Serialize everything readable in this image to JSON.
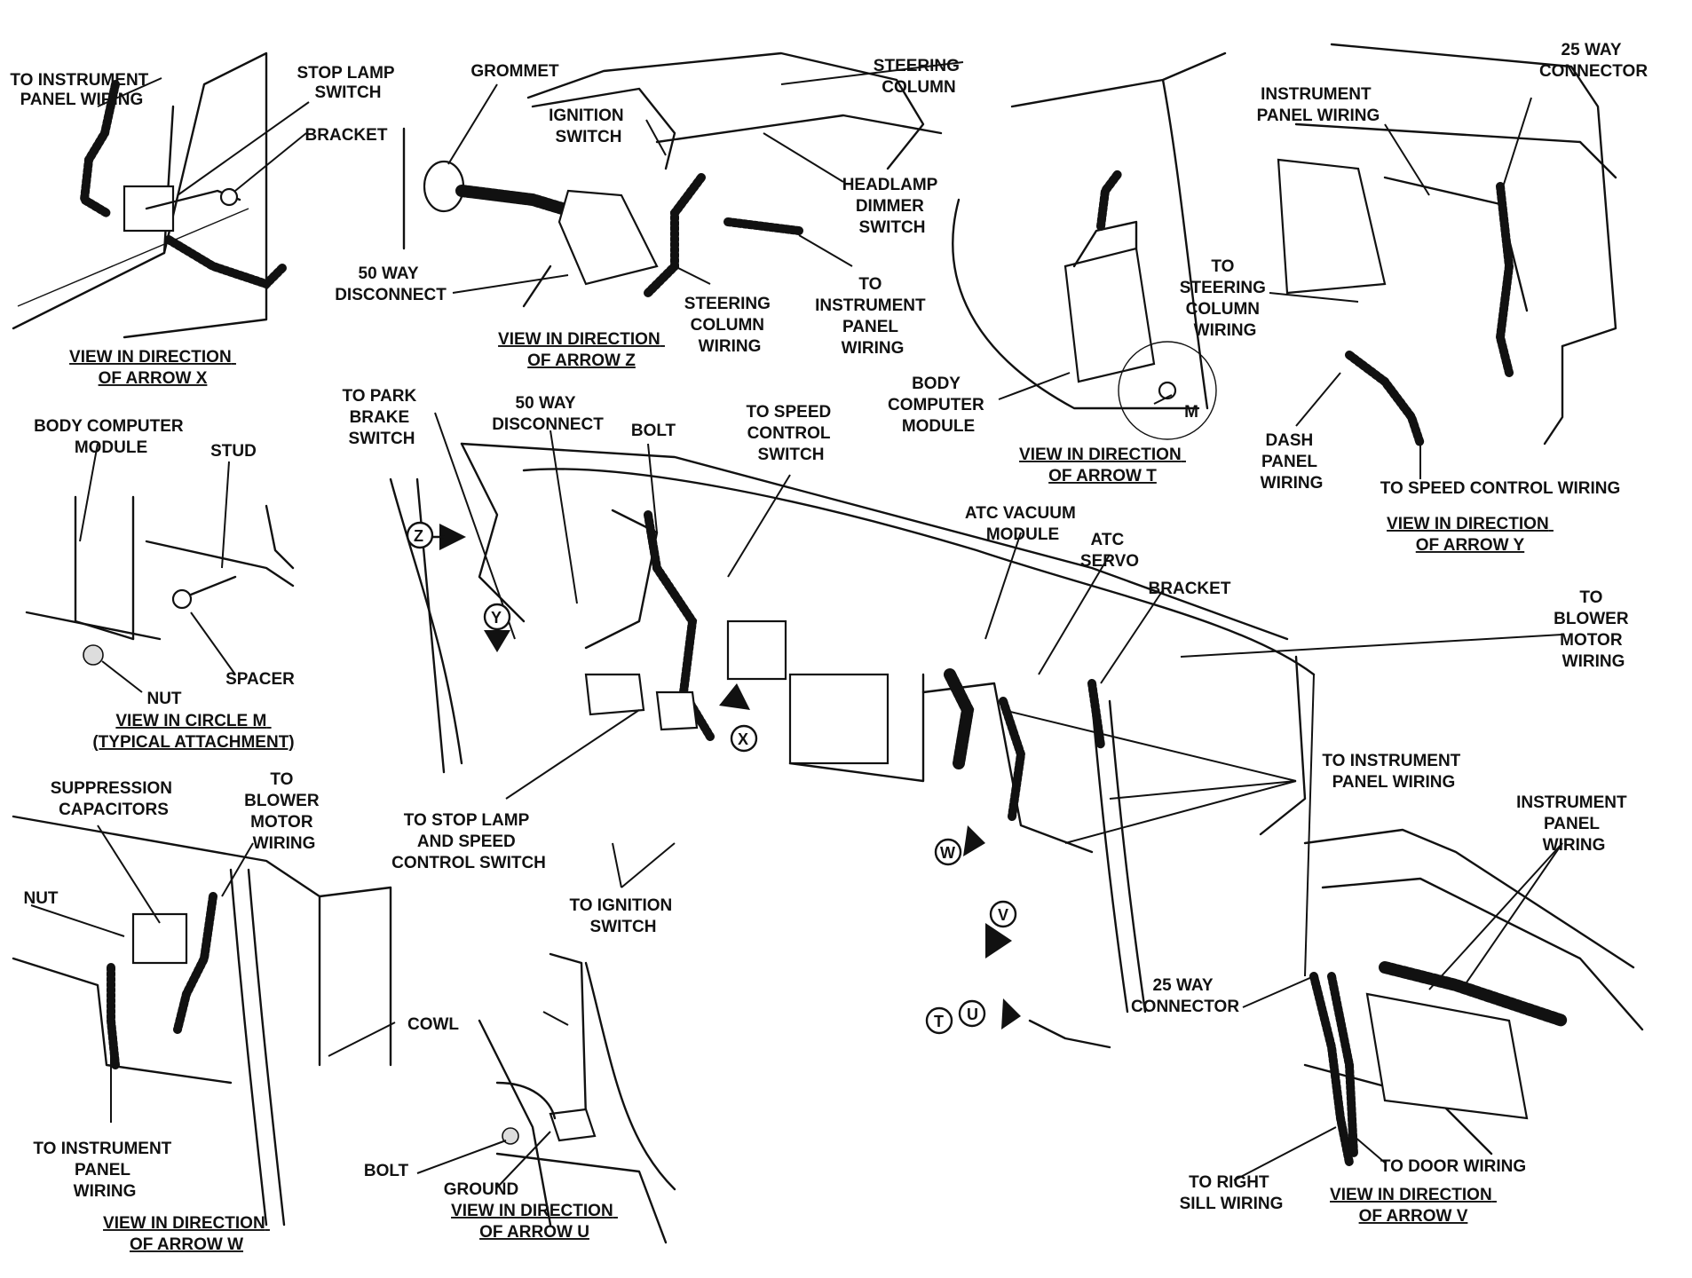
{
  "labels": {
    "to_instrument_panel_wiring_x": [
      "TO INSTRUMENT",
      "PANEL WIRING"
    ],
    "stop_lamp_switch": [
      "STOP LAMP",
      "SWITCH"
    ],
    "bracket_x": "BRACKET",
    "grommet": "GROMMET",
    "ignition_switch": [
      "IGNITION",
      "SWITCH"
    ],
    "steering_column": [
      "STEERING",
      "COLUMN"
    ],
    "headlamp_dimmer_switch": [
      "HEADLAMP",
      "DIMMER",
      "SWITCH"
    ],
    "fifty_way_disconnect_z": [
      "50 WAY",
      "DISCONNECT"
    ],
    "steering_column_wiring_z": [
      "STEERING",
      "COLUMN",
      "WIRING"
    ],
    "to_instrument_panel_wiring_z": [
      "TO",
      "INSTRUMENT",
      "PANEL",
      "WIRING"
    ],
    "twentyfive_way_connector_y": [
      "25 WAY",
      "CONNECTOR"
    ],
    "instrument_panel_wiring_y": [
      "INSTRUMENT",
      "PANEL WIRING"
    ],
    "to_steering_column_wiring": [
      "TO",
      "STEERING",
      "COLUMN",
      "WIRING"
    ],
    "dash_panel_wiring": [
      "DASH",
      "PANEL",
      "WIRING"
    ],
    "to_speed_control_wiring": "TO SPEED CONTROL WIRING",
    "body_computer_module_t": [
      "BODY",
      "COMPUTER",
      "MODULE"
    ],
    "m_marker": "M",
    "body_computer_module_m": [
      "BODY COMPUTER",
      "MODULE"
    ],
    "stud": "STUD",
    "nut_m": "NUT",
    "spacer": "SPACER",
    "to_park_brake_switch": [
      "TO PARK",
      "BRAKE",
      "SWITCH"
    ],
    "fifty_way_disconnect_main": [
      "50 WAY",
      "DISCONNECT"
    ],
    "bolt_main": "BOLT",
    "to_speed_control_switch": [
      "TO SPEED",
      "CONTROL",
      "SWITCH"
    ],
    "atc_vacuum_module": [
      "ATC VACUUM",
      "MODULE"
    ],
    "atc_servo": [
      "ATC",
      "SERVO"
    ],
    "bracket_main": "BRACKET",
    "to_blower_motor_wiring_main": [
      "TO",
      "BLOWER",
      "MOTOR",
      "WIRING"
    ],
    "to_instrument_panel_wiring_main": [
      "TO INSTRUMENT",
      "PANEL WIRING"
    ],
    "suppression_capacitors": [
      "SUPPRESSION",
      "CAPACITORS"
    ],
    "to_blower_motor_wiring_w": [
      "TO",
      "BLOWER",
      "MOTOR",
      "WIRING"
    ],
    "nut_w": "NUT",
    "to_stop_lamp_and_speed_control_switch": [
      "TO STOP LAMP",
      "AND SPEED",
      "CONTROL SWITCH"
    ],
    "to_ignition_switch": [
      "TO IGNITION",
      "SWITCH"
    ],
    "instrument_panel_wiring_v": [
      "INSTRUMENT",
      "PANEL",
      "WIRING"
    ],
    "cowl": "COWL",
    "twentyfive_way_connector_main": [
      "25 WAY",
      "CONNECTOR"
    ],
    "to_instrument_panel_wiring_w": [
      "TO INSTRUMENT",
      "PANEL",
      "WIRING"
    ],
    "bolt_u": "BOLT",
    "ground": "GROUND",
    "to_right_sill_wiring": [
      "TO RIGHT",
      "SILL WIRING"
    ],
    "to_door_wiring": "TO DOOR WIRING"
  },
  "captions": {
    "arrow_x": [
      "VIEW IN DIRECTION",
      "OF ARROW X"
    ],
    "arrow_z": [
      "VIEW IN DIRECTION",
      "OF ARROW Z"
    ],
    "arrow_t": [
      "VIEW IN DIRECTION",
      "OF ARROW T"
    ],
    "arrow_y": [
      "VIEW IN DIRECTION",
      "OF ARROW Y"
    ],
    "circle_m": [
      "VIEW IN CIRCLE M",
      "(TYPICAL ATTACHMENT)"
    ],
    "arrow_w": [
      "VIEW IN DIRECTION",
      "OF ARROW W"
    ],
    "arrow_u": [
      "VIEW IN DIRECTION",
      "OF ARROW U"
    ],
    "arrow_v": [
      "VIEW IN DIRECTION",
      "OF ARROW V"
    ]
  },
  "arrow_badges": [
    "Z",
    "Y",
    "X",
    "W",
    "V",
    "T",
    "U"
  ]
}
